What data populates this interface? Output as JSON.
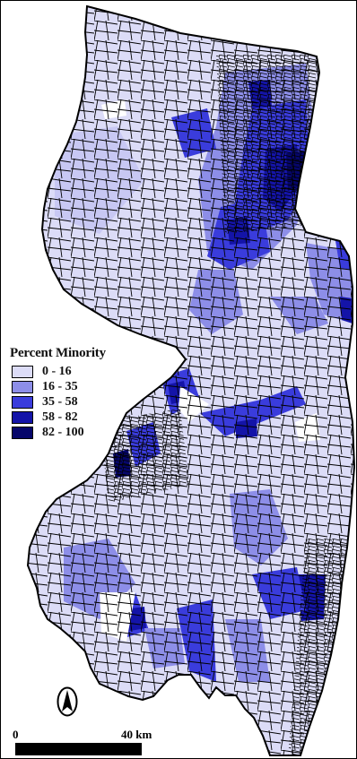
{
  "legend": {
    "title": "Percent Minority",
    "classes": [
      {
        "label": "0 - 16",
        "color": "#dcdcf7"
      },
      {
        "label": "16 - 35",
        "color": "#8d8ee8"
      },
      {
        "label": "35 - 58",
        "color": "#3a3cdc"
      },
      {
        "label": "58 - 82",
        "color": "#1414a8"
      },
      {
        "label": "82 - 100",
        "color": "#06066a"
      }
    ]
  },
  "scale": {
    "start_label": "0",
    "end_label": "40 km"
  },
  "north_arrow": {
    "icon": "north-arrow-icon"
  },
  "colors": {
    "outline": "#000000",
    "background": "#ffffff"
  }
}
